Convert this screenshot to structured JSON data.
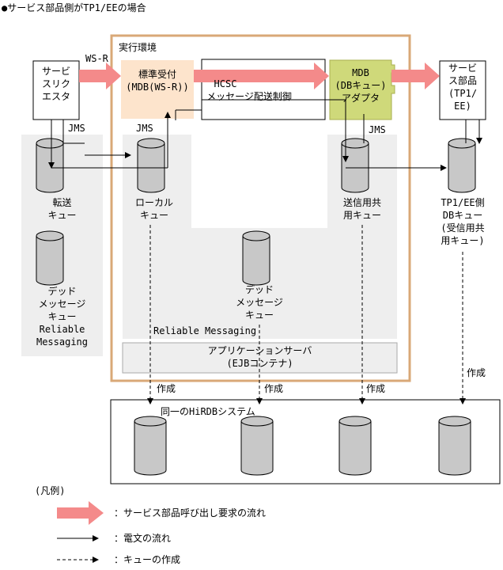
{
  "title": "●サービス部品側がTP1/EEの場合",
  "exec_env": "実行環境",
  "requester": [
    "サービ",
    "スリク",
    "エスタ"
  ],
  "wsr": "WS-R",
  "standard_receiver": [
    "標準受付",
    "(MDB(WS-R))"
  ],
  "hcsc": [
    "HCSC",
    "メッセージ配送制御"
  ],
  "mdb": [
    "MDB",
    "(DBキュー)",
    "アダプタ"
  ],
  "service_part": [
    "サービ",
    "ス部品",
    "(TP1/",
    "EE)"
  ],
  "jms": "JMS",
  "forward_queue": [
    "転送",
    "キュー"
  ],
  "local_queue": [
    "ローカル",
    "キュー"
  ],
  "send_queue": [
    "送信用共",
    "用キュー"
  ],
  "tp1_queue": [
    "TP1/EE側",
    "DBキュー",
    "(受信用共",
    "用キュー)"
  ],
  "dead_left": [
    "デッド",
    "メッセージ",
    "キュー",
    "Reliable",
    "Messaging"
  ],
  "dead_center": [
    "デッド",
    "メッセージ",
    "キュー"
  ],
  "reliable_messaging": "Reliable Messaging",
  "app_server": [
    "アプリケーションサーバ",
    "(EJBコンテナ)"
  ],
  "create": "作成",
  "hirdb": "同一のHiRDBシステム",
  "legend": {
    "title": "(凡例)",
    "request_flow": "：サービス部品呼び出し要求の流れ",
    "message_flow": "：電文の流れ",
    "queue_create": "：キューの作成"
  },
  "colors": {
    "orange_frame": "#d9a877",
    "pink_arrow": "#f48a8a",
    "mdb_fill": "#cfd97a",
    "receiver_fill": "#fde4cc",
    "gray_area": "#eeeeee",
    "cylinder": "#c8c8c8"
  }
}
